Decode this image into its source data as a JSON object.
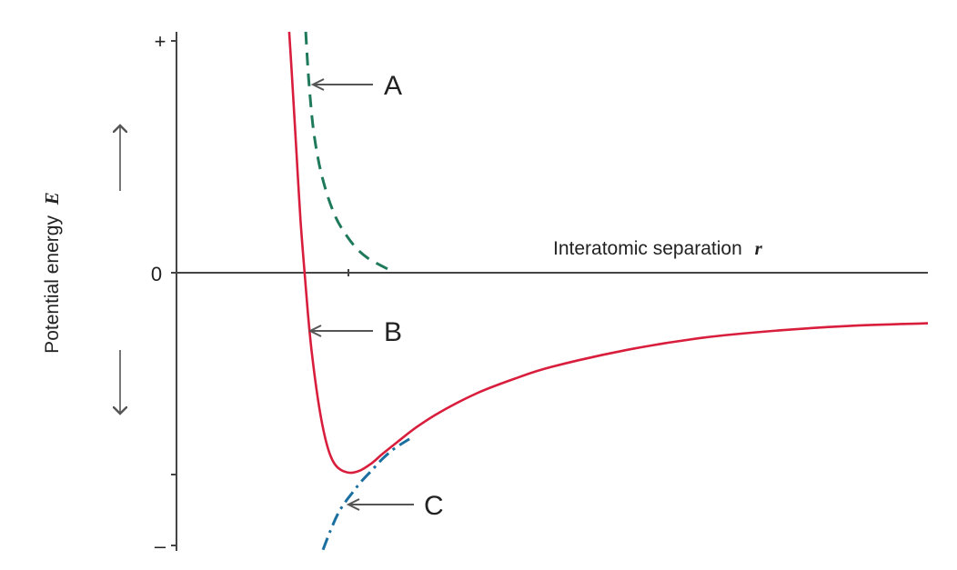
{
  "chart_data": {
    "type": "line",
    "title": "",
    "xlabel": "Interatomic separation",
    "xlabel_symbol": "r",
    "ylabel": "Potential energy",
    "ylabel_symbol": "E",
    "y_tick_labels": {
      "top": "+",
      "zero": "0",
      "bottom": "–"
    },
    "xlim": [
      0,
      10
    ],
    "ylim": [
      -1.2,
      1.0
    ],
    "grid": false,
    "legend": "none",
    "series": [
      {
        "label": "A",
        "color": "#1f7a5c",
        "style": "dashed",
        "x": [
          1.72,
          1.76,
          1.82,
          1.9,
          2.0,
          2.12,
          2.25,
          2.4,
          2.55,
          2.72,
          2.85
        ],
        "y": [
          1.0,
          0.8,
          0.6,
          0.45,
          0.33,
          0.23,
          0.16,
          0.1,
          0.06,
          0.03,
          0.01
        ]
      },
      {
        "label": "B",
        "color": "#d81e3c",
        "style": "solid",
        "x": [
          1.5,
          1.55,
          1.6,
          1.65,
          1.7,
          1.75,
          1.8,
          1.88,
          1.96,
          2.05,
          2.15,
          2.3,
          2.45,
          2.6,
          2.75,
          2.95,
          3.2,
          3.5,
          4.0,
          4.5,
          5.0,
          6.0,
          7.0,
          8.0,
          9.0,
          10.0
        ],
        "y": [
          1.0,
          0.75,
          0.48,
          0.22,
          0.02,
          -0.17,
          -0.33,
          -0.52,
          -0.66,
          -0.76,
          -0.81,
          -0.83,
          -0.82,
          -0.79,
          -0.75,
          -0.7,
          -0.64,
          -0.58,
          -0.5,
          -0.44,
          -0.39,
          -0.32,
          -0.27,
          -0.24,
          -0.22,
          -0.21
        ]
      },
      {
        "label": "C",
        "color": "#1b6fa0",
        "style": "dashdot",
        "x": [
          1.95,
          2.05,
          2.15,
          2.25,
          2.35,
          2.45,
          2.6,
          2.75,
          2.9,
          3.1
        ],
        "y": [
          -1.15,
          -1.07,
          -1.0,
          -0.95,
          -0.91,
          -0.87,
          -0.82,
          -0.77,
          -0.73,
          -0.69
        ]
      }
    ]
  }
}
